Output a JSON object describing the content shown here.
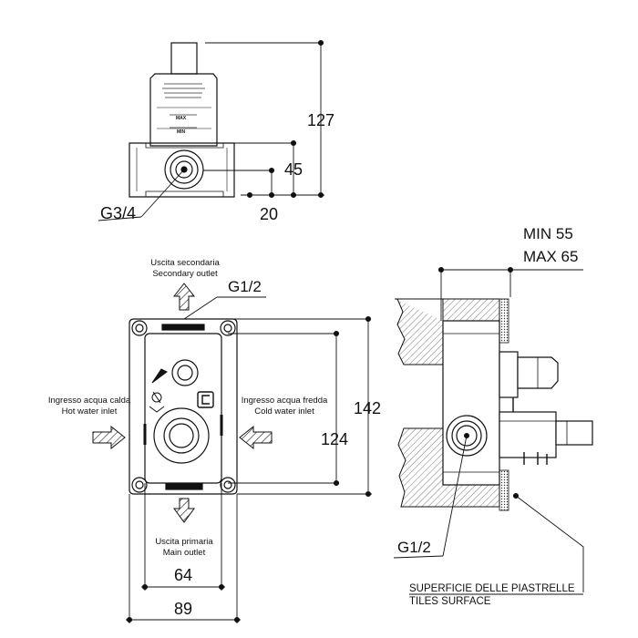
{
  "top_view": {
    "dims": {
      "height_total": "127",
      "height_mid": "45",
      "offset": "20"
    },
    "thread_label": "G3/4",
    "body_marks": {
      "max": "MAX",
      "min": "MIN"
    }
  },
  "front_view": {
    "secondary_outlet": {
      "it": "Uscita secondaria",
      "en": "Secondary outlet"
    },
    "main_outlet": {
      "it": "Uscita primaria",
      "en": "Main outlet"
    },
    "hot_inlet": {
      "it": "Ingresso acqua calda",
      "en": "Hot water inlet"
    },
    "cold_inlet": {
      "it": "Ingresso acqua fredda",
      "en": "Cold water inlet"
    },
    "thread_label": "G1/2",
    "dims": {
      "height_outer": "142",
      "height_inner": "124",
      "width_inner": "64",
      "width_outer": "89"
    }
  },
  "side_view": {
    "depth_min": "MIN 55",
    "depth_max": "MAX 65",
    "thread_label": "G1/2",
    "surface": {
      "it": "SUPERFICIE DELLE PIASTRELLE",
      "en": "TILES SURFACE"
    }
  }
}
